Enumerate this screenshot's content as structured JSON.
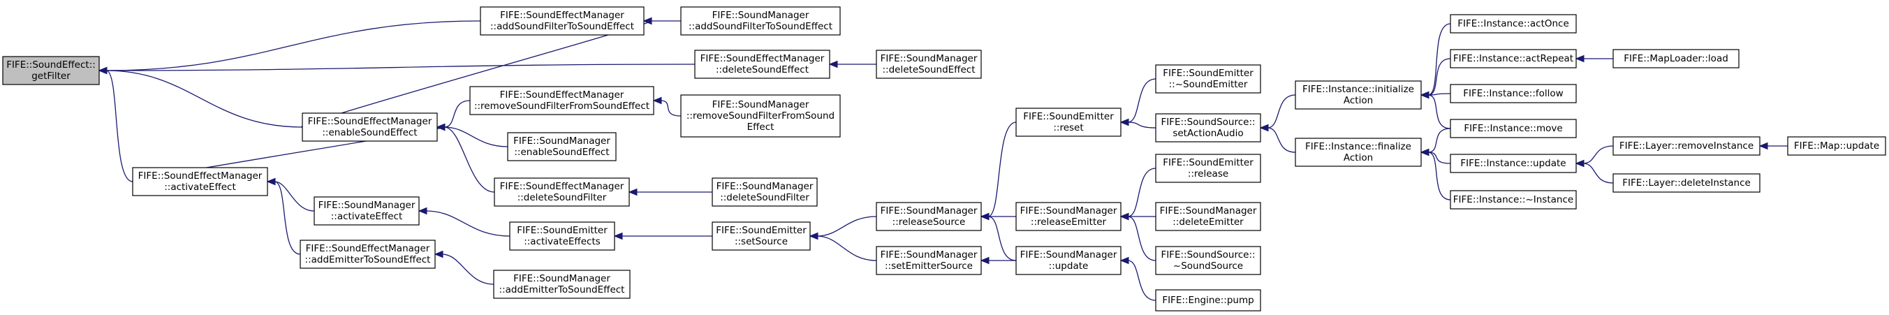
{
  "colors": {
    "edge": "#191970",
    "node_fill": "#ffffff",
    "root_fill": "#bfbfbf",
    "border": "#000000"
  },
  "nodes": [
    {
      "id": "n0",
      "lines": [
        "FIFE::SoundEffect::",
        "getFilter"
      ],
      "root": true
    },
    {
      "id": "n1",
      "lines": [
        "FIFE::SoundEffectManager",
        "::addSoundFilterToSoundEffect"
      ]
    },
    {
      "id": "n2",
      "lines": [
        "FIFE::SoundManager",
        "::addSoundFilterToSoundEffect"
      ]
    },
    {
      "id": "n3",
      "lines": [
        "FIFE::SoundEffectManager",
        "::deleteSoundEffect"
      ]
    },
    {
      "id": "n4",
      "lines": [
        "FIFE::SoundManager",
        "::deleteSoundEffect"
      ]
    },
    {
      "id": "n5",
      "lines": [
        "FIFE::SoundEffectManager",
        "::enableSoundEffect"
      ]
    },
    {
      "id": "n6",
      "lines": [
        "FIFE::SoundEffectManager",
        "::removeSoundFilterFromSoundEffect"
      ]
    },
    {
      "id": "n7",
      "lines": [
        "FIFE::SoundManager",
        "::removeSoundFilterFromSound",
        "Effect"
      ]
    },
    {
      "id": "n8",
      "lines": [
        "FIFE::SoundManager",
        "::enableSoundEffect"
      ]
    },
    {
      "id": "n9",
      "lines": [
        "FIFE::SoundEffectManager",
        "::deleteSoundFilter"
      ]
    },
    {
      "id": "n10",
      "lines": [
        "FIFE::SoundManager",
        "::deleteSoundFilter"
      ]
    },
    {
      "id": "n11",
      "lines": [
        "FIFE::SoundEffectManager",
        "::activateEffect"
      ]
    },
    {
      "id": "n12",
      "lines": [
        "FIFE::SoundManager",
        "::activateEffect"
      ]
    },
    {
      "id": "n13",
      "lines": [
        "FIFE::SoundEmitter",
        "::activateEffects"
      ]
    },
    {
      "id": "n14",
      "lines": [
        "FIFE::SoundEffectManager",
        "::addEmitterToSoundEffect"
      ]
    },
    {
      "id": "n15",
      "lines": [
        "FIFE::SoundManager",
        "::addEmitterToSoundEffect"
      ]
    },
    {
      "id": "n16",
      "lines": [
        "FIFE::SoundEmitter",
        "::setSource"
      ]
    },
    {
      "id": "n17",
      "lines": [
        "FIFE::SoundManager",
        "::releaseSource"
      ]
    },
    {
      "id": "n18",
      "lines": [
        "FIFE::SoundManager",
        "::setEmitterSource"
      ]
    },
    {
      "id": "n19",
      "lines": [
        "FIFE::SoundEmitter",
        "::reset"
      ]
    },
    {
      "id": "n20",
      "lines": [
        "FIFE::SoundManager",
        "::releaseEmitter"
      ]
    },
    {
      "id": "n21",
      "lines": [
        "FIFE::SoundManager",
        "::update"
      ]
    },
    {
      "id": "n22",
      "lines": [
        "FIFE::SoundEmitter",
        "::~SoundEmitter"
      ]
    },
    {
      "id": "n23",
      "lines": [
        "FIFE::SoundSource::",
        "setActionAudio"
      ]
    },
    {
      "id": "n24",
      "lines": [
        "FIFE::SoundEmitter",
        "::release"
      ]
    },
    {
      "id": "n25",
      "lines": [
        "FIFE::SoundManager",
        "::deleteEmitter"
      ]
    },
    {
      "id": "n26",
      "lines": [
        "FIFE::SoundSource::",
        "~SoundSource"
      ]
    },
    {
      "id": "n27",
      "lines": [
        "FIFE::Engine::pump"
      ]
    },
    {
      "id": "n28",
      "lines": [
        "FIFE::Instance::initialize",
        "Action"
      ]
    },
    {
      "id": "n29",
      "lines": [
        "FIFE::Instance::finalize",
        "Action"
      ]
    },
    {
      "id": "n30",
      "lines": [
        "FIFE::Instance::actOnce"
      ]
    },
    {
      "id": "n31",
      "lines": [
        "FIFE::Instance::actRepeat"
      ]
    },
    {
      "id": "n32",
      "lines": [
        "FIFE::Instance::follow"
      ]
    },
    {
      "id": "n33",
      "lines": [
        "FIFE::Instance::move"
      ]
    },
    {
      "id": "n34",
      "lines": [
        "FIFE::Instance::update"
      ]
    },
    {
      "id": "n35",
      "lines": [
        "FIFE::Instance::~Instance"
      ]
    },
    {
      "id": "n36",
      "lines": [
        "FIFE::MapLoader::load"
      ]
    },
    {
      "id": "n37",
      "lines": [
        "FIFE::Layer::removeInstance"
      ]
    },
    {
      "id": "n38",
      "lines": [
        "FIFE::Layer::deleteInstance"
      ]
    },
    {
      "id": "n39",
      "lines": [
        "FIFE::Map::update"
      ]
    }
  ],
  "edges": [
    {
      "from": "n1",
      "to": "n0"
    },
    {
      "from": "n3",
      "to": "n0"
    },
    {
      "from": "n5",
      "to": "n0"
    },
    {
      "from": "n11",
      "to": "n0"
    },
    {
      "from": "n2",
      "to": "n1"
    },
    {
      "from": "n5",
      "to": "n1"
    },
    {
      "from": "n4",
      "to": "n3"
    },
    {
      "from": "n6",
      "to": "n5"
    },
    {
      "from": "n8",
      "to": "n5"
    },
    {
      "from": "n9",
      "to": "n5"
    },
    {
      "from": "n11",
      "to": "n5"
    },
    {
      "from": "n7",
      "to": "n6"
    },
    {
      "from": "n10",
      "to": "n9"
    },
    {
      "from": "n12",
      "to": "n11"
    },
    {
      "from": "n14",
      "to": "n11"
    },
    {
      "from": "n13",
      "to": "n12"
    },
    {
      "from": "n16",
      "to": "n13"
    },
    {
      "from": "n15",
      "to": "n14"
    },
    {
      "from": "n17",
      "to": "n16"
    },
    {
      "from": "n18",
      "to": "n16"
    },
    {
      "from": "n19",
      "to": "n17"
    },
    {
      "from": "n20",
      "to": "n17"
    },
    {
      "from": "n21",
      "to": "n17"
    },
    {
      "from": "n21",
      "to": "n18"
    },
    {
      "from": "n22",
      "to": "n19"
    },
    {
      "from": "n23",
      "to": "n19"
    },
    {
      "from": "n24",
      "to": "n20"
    },
    {
      "from": "n25",
      "to": "n20"
    },
    {
      "from": "n26",
      "to": "n20"
    },
    {
      "from": "n27",
      "to": "n21"
    },
    {
      "from": "n28",
      "to": "n23"
    },
    {
      "from": "n29",
      "to": "n23"
    },
    {
      "from": "n30",
      "to": "n28"
    },
    {
      "from": "n31",
      "to": "n28"
    },
    {
      "from": "n32",
      "to": "n28"
    },
    {
      "from": "n33",
      "to": "n28"
    },
    {
      "from": "n33",
      "to": "n29"
    },
    {
      "from": "n34",
      "to": "n29"
    },
    {
      "from": "n35",
      "to": "n29"
    },
    {
      "from": "n36",
      "to": "n31"
    },
    {
      "from": "n37",
      "to": "n34"
    },
    {
      "from": "n38",
      "to": "n34"
    },
    {
      "from": "n39",
      "to": "n37"
    }
  ]
}
